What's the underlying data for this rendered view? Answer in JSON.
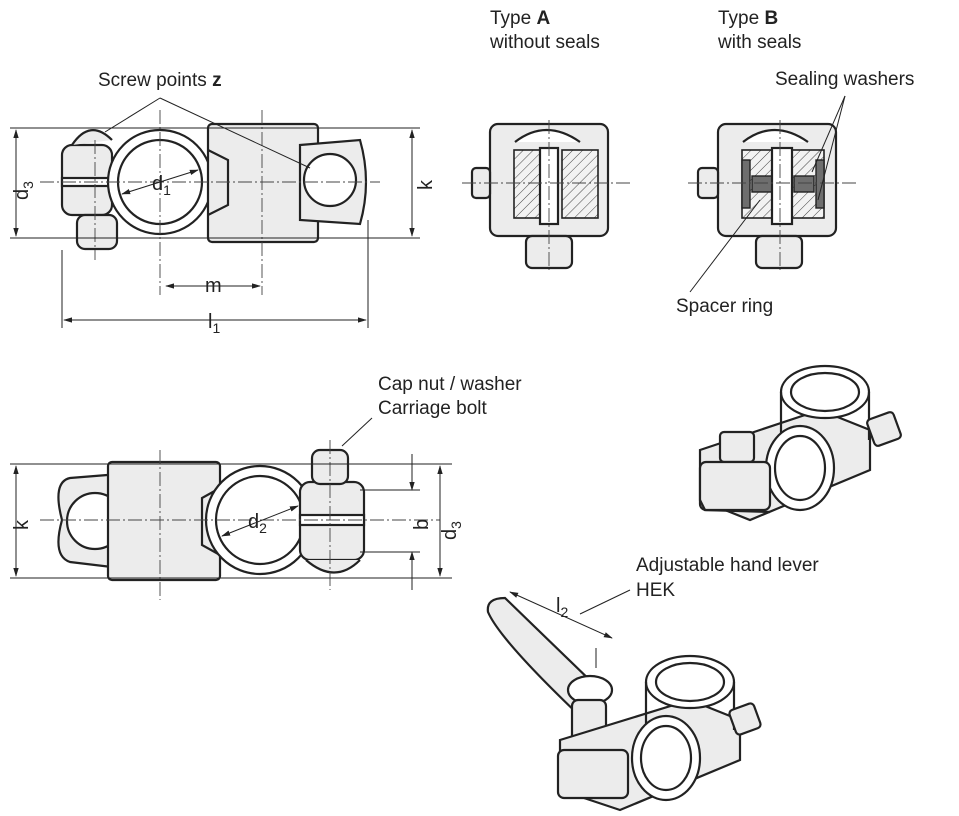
{
  "labels": {
    "screw_points": "Screw points",
    "screw_points_var": "z",
    "type_a_prefix": "Type",
    "type_a_letter": "A",
    "type_a_desc": "without seals",
    "type_b_prefix": "Type",
    "type_b_letter": "B",
    "type_b_desc": "with seals",
    "sealing_washers": "Sealing washers",
    "spacer_ring": "Spacer ring",
    "cap_nut": "Cap nut / washer",
    "carriage_bolt": "Carriage bolt",
    "hand_lever": "Adjustable hand lever",
    "hand_lever_code": "HEK"
  },
  "dimensions": {
    "d1_base": "d",
    "d1_sub": "1",
    "d2_base": "d",
    "d2_sub": "2",
    "d3_base": "d",
    "d3_sub": "3",
    "d3b_base": "d",
    "d3b_sub": "3",
    "l1_base": "l",
    "l1_sub": "1",
    "l2_base": "l",
    "l2_sub": "2",
    "m": "m",
    "k": "k",
    "k2": "k",
    "b": "b"
  },
  "colors": {
    "line": "#222222",
    "fill_light": "#ececec",
    "fill_dark": "#6e6e6e"
  }
}
